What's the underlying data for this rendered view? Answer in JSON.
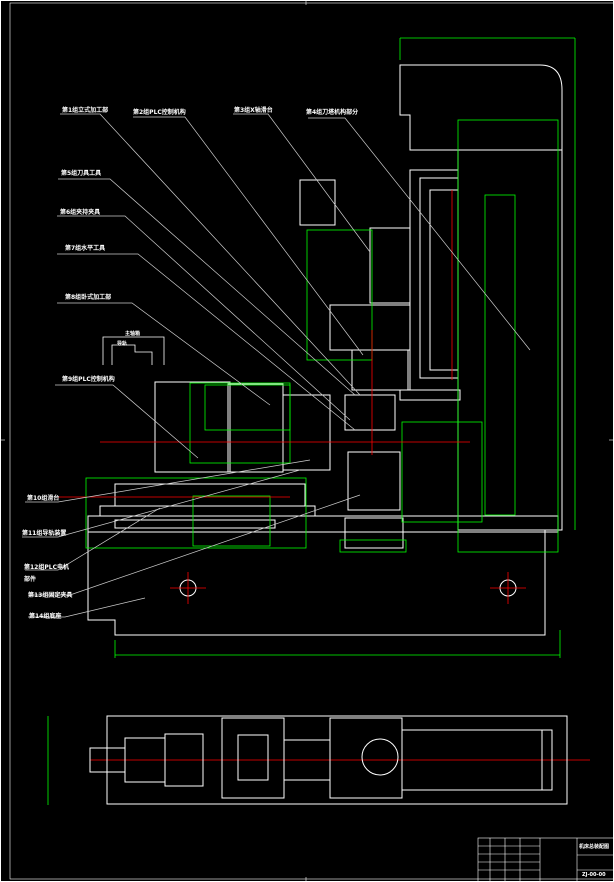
{
  "title": "CAD drawing sheet",
  "colors": {
    "background": "#000000",
    "lines": "#ffffff",
    "dimensions": "#00ff00",
    "centerlines": "#ff0000"
  },
  "labels": {
    "l1": "第1组立式加工部",
    "l2": "第2组PLC控制机构",
    "l3": "第3组X轴滑台",
    "l4": "第4组刀塔机构部分",
    "l5": "第5组刀具工具",
    "l6": "第6组夹持夹具",
    "l7": "第7组水平工具",
    "l8": "第8组卧式加工部",
    "l9": "第9组PLC控制机构",
    "l10": "第10组滑台",
    "l11": "第11组导轨装置",
    "l12a": "第12组PLC电机",
    "l12b": "部件",
    "l13": "第13组固定夹具",
    "l14": "第14组底座",
    "inset_top": "主轴箱",
    "inset_mid": "导轨"
  },
  "title_block": {
    "name": "机床总装配图",
    "code": "ZJ-00-00"
  }
}
